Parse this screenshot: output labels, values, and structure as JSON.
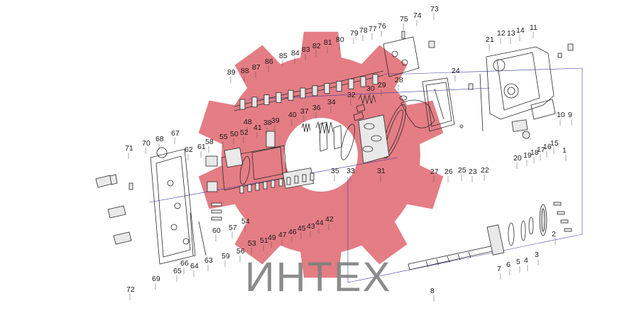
{
  "watermark": {
    "brand_text": "ИНТЕХ",
    "gear_color": "#e0666f",
    "text_color": "#808080"
  },
  "diagram": {
    "line_color": "#2a2a2a",
    "frame_color": "#3d3aa8",
    "callouts": [
      "1",
      "2",
      "3",
      "4",
      "5",
      "6",
      "7",
      "8",
      "9",
      "10",
      "11",
      "12",
      "13",
      "14",
      "15",
      "16",
      "17",
      "18",
      "19",
      "20",
      "21",
      "22",
      "23",
      "24",
      "25",
      "26",
      "27",
      "28",
      "29",
      "30",
      "31",
      "32",
      "33",
      "34",
      "35",
      "36",
      "37",
      "38",
      "39",
      "40",
      "41",
      "42",
      "43",
      "44",
      "45",
      "46",
      "47",
      "48",
      "49",
      "50",
      "51",
      "52",
      "53",
      "54",
      "55",
      "56",
      "57",
      "58",
      "59",
      "60",
      "61",
      "62",
      "63",
      "64",
      "65",
      "66",
      "67",
      "68",
      "69",
      "70",
      "71",
      "72",
      "73",
      "74",
      "75",
      "76",
      "77",
      "78",
      "79",
      "80",
      "81",
      "82",
      "83",
      "84",
      "85",
      "86",
      "87",
      "88",
      "89"
    ]
  }
}
